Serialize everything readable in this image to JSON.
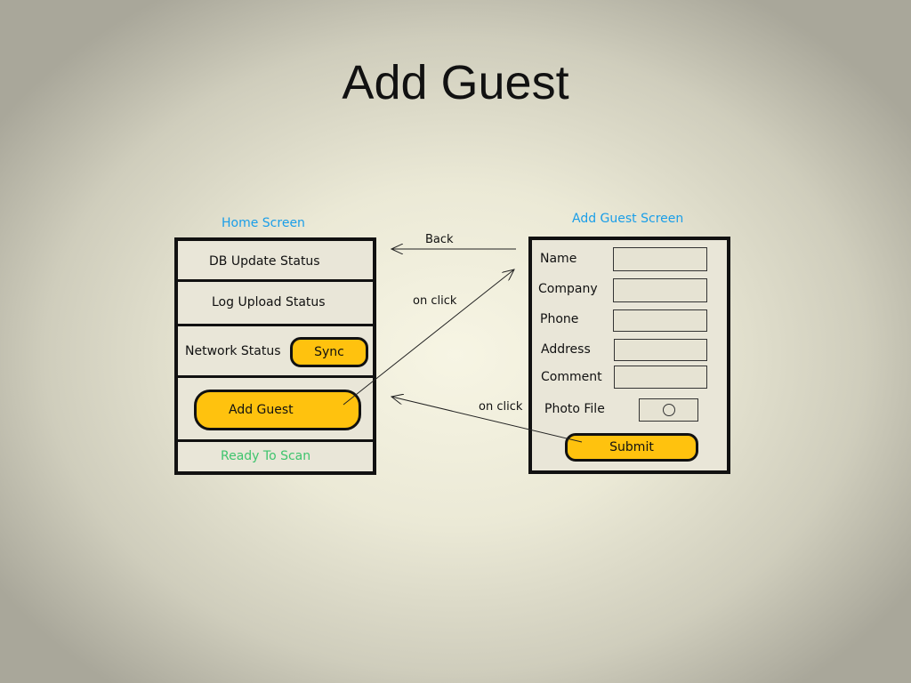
{
  "title": "Add Guest",
  "home_screen": {
    "label": "Home Screen",
    "rows": {
      "db_update": "DB Update Status",
      "log_upload": "Log Upload Status",
      "network": "Network Status",
      "ready": "Ready To Scan"
    },
    "sync_button": "Sync",
    "add_guest_button": "Add Guest"
  },
  "add_guest_screen": {
    "label": "Add Guest Screen",
    "fields": {
      "name": "Name",
      "company": "Company",
      "phone": "Phone",
      "address": "Address",
      "comment": "Comment",
      "photo_file": "Photo File"
    },
    "submit_button": "Submit"
  },
  "arrows": {
    "back": "Back",
    "on_click_top": "on click",
    "on_click_bottom": "on click"
  },
  "colors": {
    "button_yellow": "#ffc20e",
    "screen_label_blue": "#1a9ee8",
    "ready_green": "#3ec46d"
  }
}
